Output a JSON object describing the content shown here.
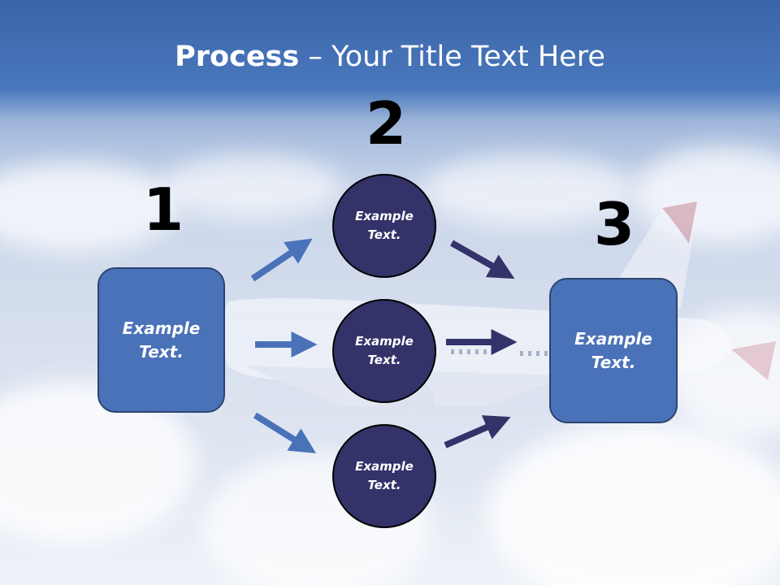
{
  "title": {
    "bold": "Process",
    "rest": " – Your Title Text Here"
  },
  "steps": [
    {
      "number": "1",
      "text_line1": "Example",
      "text_line2": "Text."
    },
    {
      "number": "2",
      "text_line1": "Example",
      "text_line2": "Text."
    },
    {
      "number": "3",
      "text_line1": "Example",
      "text_line2": "Text."
    }
  ],
  "circles": [
    {
      "text_line1": "Example",
      "text_line2": "Text."
    },
    {
      "text_line1": "Example",
      "text_line2": "Text."
    },
    {
      "text_line1": "Example",
      "text_line2": "Text."
    }
  ],
  "colors": {
    "box_fill": "#4a72b8",
    "circle_fill": "#33336a",
    "arrow_light": "#4a72b8",
    "arrow_dark": "#33336a"
  }
}
